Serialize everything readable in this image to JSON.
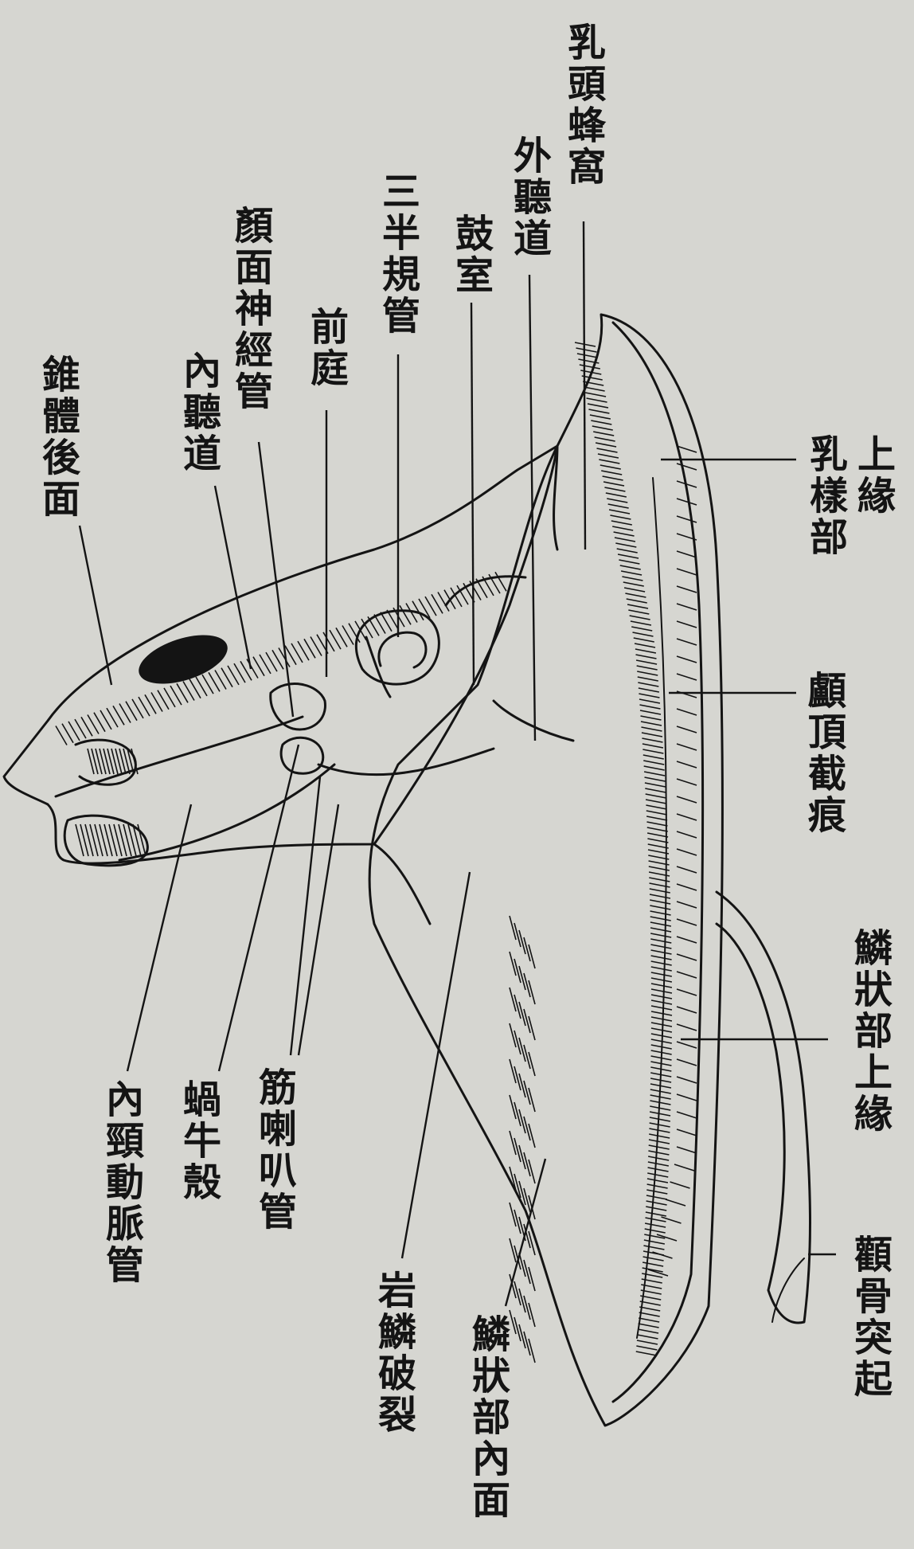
{
  "labels": {
    "nyuto_hoka": "乳頭蜂窩",
    "gai_chodo": "外聽道",
    "koshitsu": "鼓室",
    "sanhan_kikan": "三半規管",
    "zentei": "前庭",
    "ganmen_shinkeikan": "顏面神經管",
    "nai_chodo": "內聽道",
    "suitai_komen": "錐體後面",
    "jo_en": "上緣",
    "nyujo_bu": "乳樣部",
    "rocho_saiko": "顱頂截痕",
    "rinjo_bu_joen": "鱗狀部上緣",
    "kan_kotsu_tokki": "顴骨突起",
    "nai_keidomyakukan": "內頸動脈管",
    "kagyukaku": "蝸牛殼",
    "kin_rappakan": "筋喇叭管",
    "gan_rin_haretsu": "岩鱗破裂",
    "rinjo_bu_naimen": "鱗狀部內面"
  },
  "colors": {
    "paper": "#d6d6d1",
    "ink": "#141414"
  }
}
